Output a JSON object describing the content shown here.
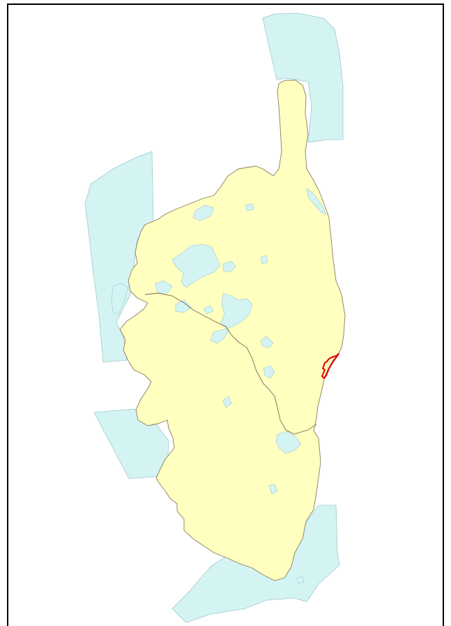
{
  "map": {
    "colors": {
      "background": "#ffffff",
      "frame": "#000000",
      "land_fill": "#ffffc0",
      "land_stroke": "#8a7a60",
      "zone_fill": "#d4f4f4",
      "zone_stroke": "#a0c8cc",
      "boundary_stroke": "#7a6a55",
      "highlight_stroke": "#e00000"
    },
    "layers": [
      "protected-marine-zones",
      "island-landmass",
      "protected-land-zones",
      "administrative-boundary",
      "highlighted-site"
    ]
  }
}
